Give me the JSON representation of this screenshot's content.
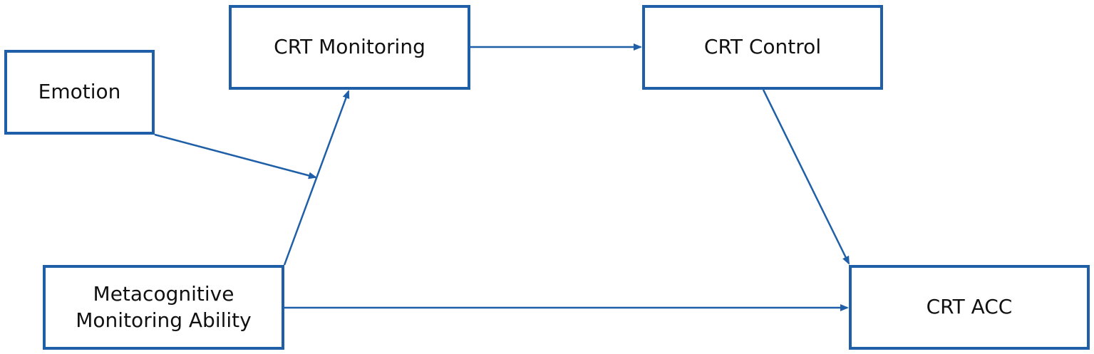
{
  "diagram": {
    "nodes": {
      "emotion": "Emotion",
      "crt_monitoring": "CRT Monitoring",
      "crt_control": "CRT Control",
      "metacognitive": "Metacognitive\nMonitoring Ability",
      "crt_acc": "CRT ACC"
    },
    "edges": [
      {
        "from": "metacognitive",
        "to": "crt_monitoring"
      },
      {
        "from": "emotion",
        "to": "metacognitive-to-crt_monitoring path"
      },
      {
        "from": "crt_monitoring",
        "to": "crt_control"
      },
      {
        "from": "crt_control",
        "to": "crt_acc"
      },
      {
        "from": "metacognitive",
        "to": "crt_acc"
      }
    ],
    "colors": {
      "border": "#1f5fa8",
      "arrow": "#1f5fa8",
      "text": "#111111"
    }
  }
}
